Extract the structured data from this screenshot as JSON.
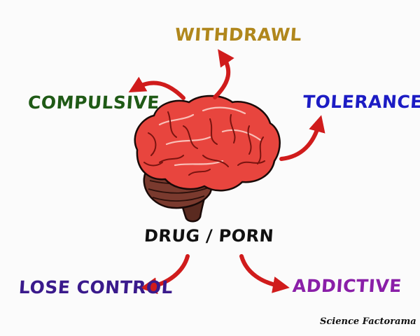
{
  "diagram": {
    "center_label": "DRUG / PORN",
    "nodes": [
      {
        "id": "withdrawl",
        "label": "WITHDRAWL",
        "color": "#b0871c"
      },
      {
        "id": "compulsive",
        "label": "COMPULSIVE",
        "color": "#1f5a16"
      },
      {
        "id": "tolerance",
        "label": "TOLERANCE",
        "color": "#1c1cc4"
      },
      {
        "id": "lose-control",
        "label": "LOSE CONTROL",
        "color": "#3a1a8c"
      },
      {
        "id": "addictive",
        "label": "ADDICTIVE",
        "color": "#8a1fa8"
      }
    ],
    "arrow_color": "#d01c1c",
    "icon": "brain-icon"
  },
  "credit": "Science Factorama"
}
